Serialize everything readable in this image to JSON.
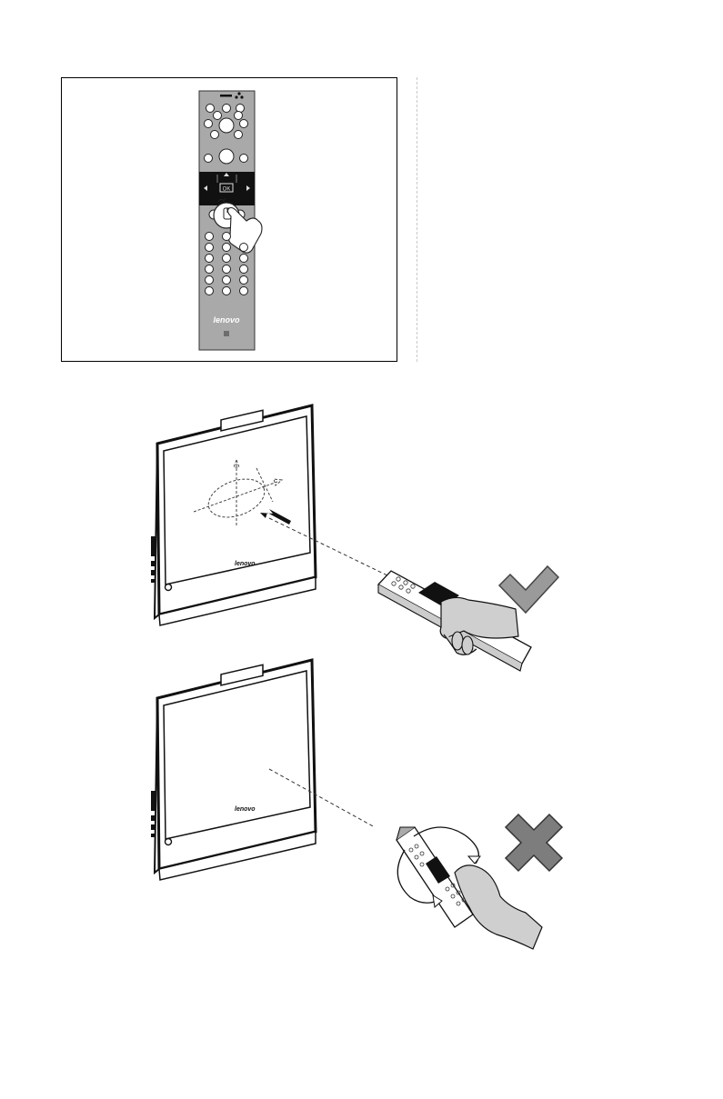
{
  "remote": {
    "ok_label": "OK",
    "brand_text": "lenovo"
  },
  "monitor_top": {
    "brand_text": "lenovo"
  },
  "monitor_bottom": {
    "brand_text": "lenovo"
  },
  "colors": {
    "remote_body": "#a9a9a9",
    "remote_dark_band": "#111111",
    "check_mark": "#9a9a9a",
    "cross_mark": "#7d7d7d",
    "hand_fill": "#cfcfcf"
  },
  "icons": [
    "check-icon",
    "cross-icon",
    "hand-icon",
    "rotation-arrows-icon",
    "motion-axes-icon"
  ]
}
